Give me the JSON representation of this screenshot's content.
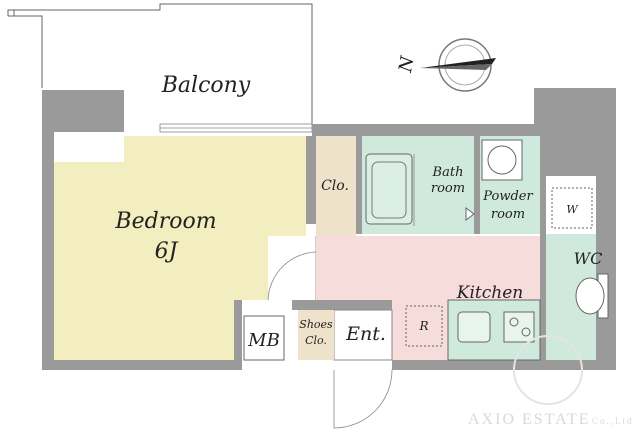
{
  "rooms": {
    "balcony": "Balcony",
    "bedroom": "Bedroom",
    "bedroom_size": "6J",
    "closet": "Clo.",
    "bath": "Bath",
    "bath2": "room",
    "powder": "Powder",
    "powder2": "room",
    "washer": "W",
    "wc": "WC",
    "kitchen": "Kitchen",
    "fridge": "R",
    "entrance": "Ent.",
    "shoes": "Shoes",
    "shoes2": "Clo.",
    "mb": "MB"
  },
  "compass": {
    "north": "N"
  },
  "watermark": {
    "brand": "AXIO ESTATE",
    "suffix": "Co.,Ltd"
  },
  "colors": {
    "bedroom": "#f3eebf",
    "closet": "#efe2cb",
    "bath": "#cfe9dd",
    "kitchen": "#f7dcdc",
    "wall": "#9a9a9a"
  }
}
